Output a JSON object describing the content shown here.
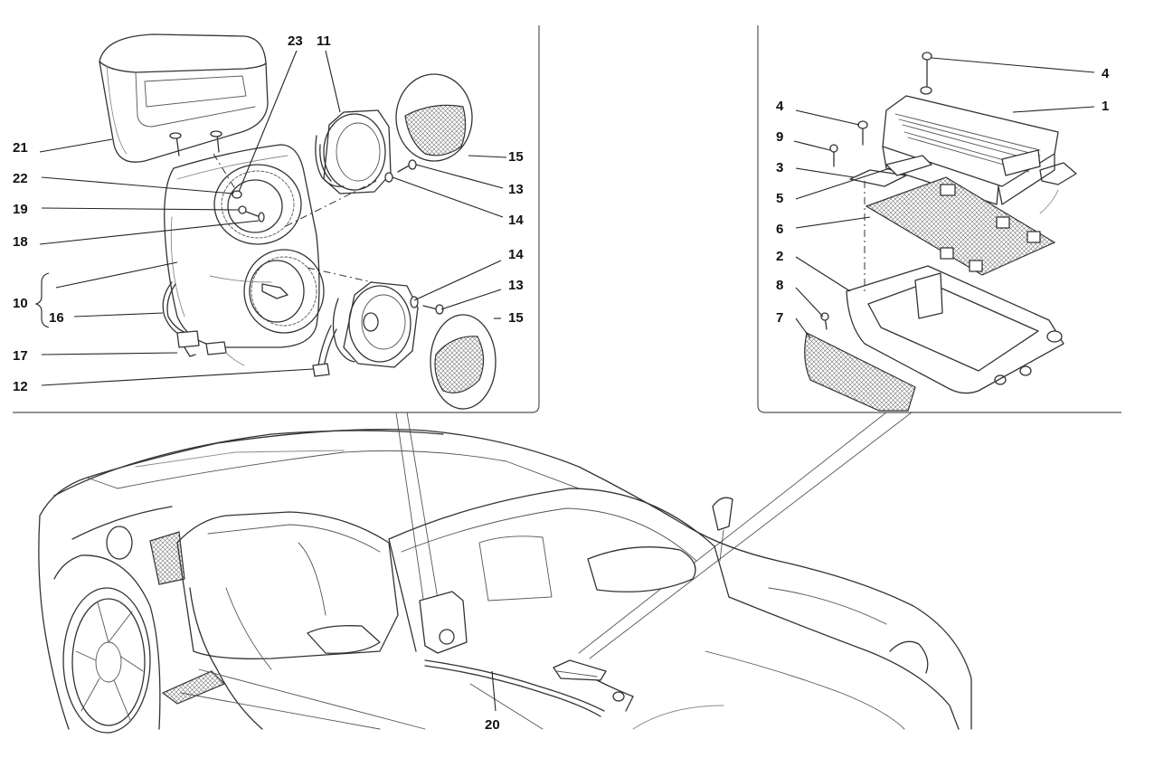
{
  "callouts": {
    "c1": "1",
    "c2": "2",
    "c3": "3",
    "c4a": "4",
    "c4b": "4",
    "c5": "5",
    "c6": "6",
    "c7": "7",
    "c8": "8",
    "c9": "9",
    "c10": "10",
    "c11": "11",
    "c12": "12",
    "c13a": "13",
    "c13b": "13",
    "c14a": "14",
    "c14b": "14",
    "c15a": "15",
    "c15b": "15",
    "c16": "16",
    "c17": "17",
    "c18": "18",
    "c19": "19",
    "c20": "20",
    "c21": "21",
    "c22": "22",
    "c23": "23"
  }
}
